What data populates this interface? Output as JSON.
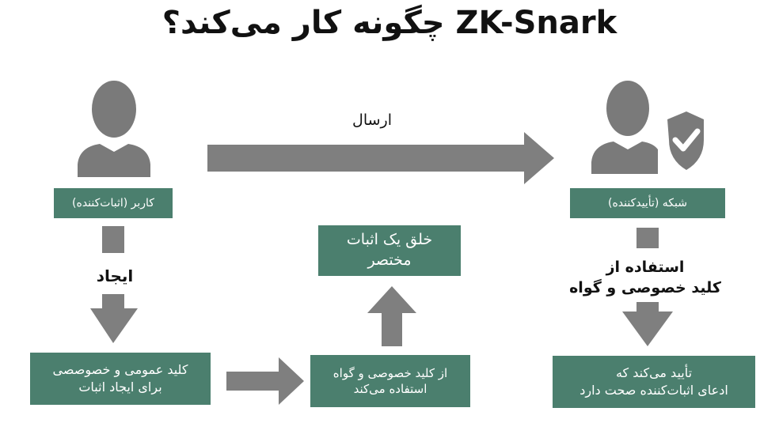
{
  "title": "ZK-Snark چگونه کار می‌کند؟",
  "colors": {
    "box": "#4b7f6e",
    "arrow": "#7f7f7f",
    "icon": "#7a7a7a"
  },
  "icons": {
    "prover": "user-icon",
    "verifier": "user-shield-check-icon"
  },
  "nodes": {
    "prover": "کاربر (اثبات‌کننده)",
    "verifier": "شبکه (تأییدکننده)",
    "keys": "کلید عمومی و خصوصصی\nبرای ایجاد اثبات",
    "use_keys": "از کلید خصوصی و گواه\nاستفاده می‌کند",
    "create_proof": "خلق یک اثبات\nمختصر",
    "verify": "تأیید می‌کند که\nادعای اثبات‌کننده صحت دارد"
  },
  "edges": {
    "send": "ارسال",
    "create": "ایجاد",
    "verifier_uses": "استفاده از\nکلید خصوصی و گواه"
  }
}
